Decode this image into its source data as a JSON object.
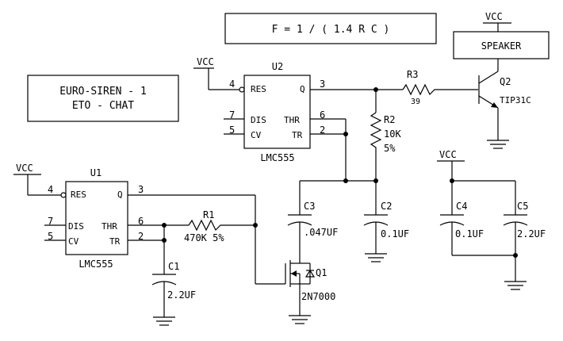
{
  "title_box": {
    "line1": "EURO-SIREN - 1",
    "line2": "ETO - CHAT"
  },
  "formula": "F = 1 / ( 1.4 R C )",
  "speaker": "SPEAKER",
  "vcc": "VCC",
  "u1": {
    "ref": "U1",
    "part": "LMC555",
    "pins": {
      "res": "RES",
      "q": "Q",
      "dis": "DIS",
      "cv": "CV",
      "thr": "THR",
      "tr": "TR"
    },
    "pin_numbers": {
      "res": "4",
      "q": "3",
      "dis": "7",
      "cv": "5",
      "thr": "6",
      "tr": "2"
    }
  },
  "u2": {
    "ref": "U2",
    "part": "LMC555",
    "pins": {
      "res": "RES",
      "q": "Q",
      "dis": "DIS",
      "cv": "CV",
      "thr": "THR",
      "tr": "TR"
    },
    "pin_numbers": {
      "res": "4",
      "q": "3",
      "dis": "7",
      "cv": "5",
      "thr": "6",
      "tr": "2"
    }
  },
  "r1": {
    "ref": "R1",
    "value": "470K 5%"
  },
  "r2": {
    "ref": "R2",
    "value": "10K",
    "tol": "5%"
  },
  "r3": {
    "ref": "R3",
    "value": "39"
  },
  "c1": {
    "ref": "C1",
    "value": "2.2UF"
  },
  "c2": {
    "ref": "C2",
    "value": "0.1UF"
  },
  "c3": {
    "ref": "C3",
    "value": ".047UF"
  },
  "c4": {
    "ref": "C4",
    "value": "0.1UF"
  },
  "c5": {
    "ref": "C5",
    "value": "2.2UF"
  },
  "q1": {
    "ref": "Q1",
    "part": "2N7000"
  },
  "q2": {
    "ref": "Q2",
    "part": "TIP31C"
  }
}
